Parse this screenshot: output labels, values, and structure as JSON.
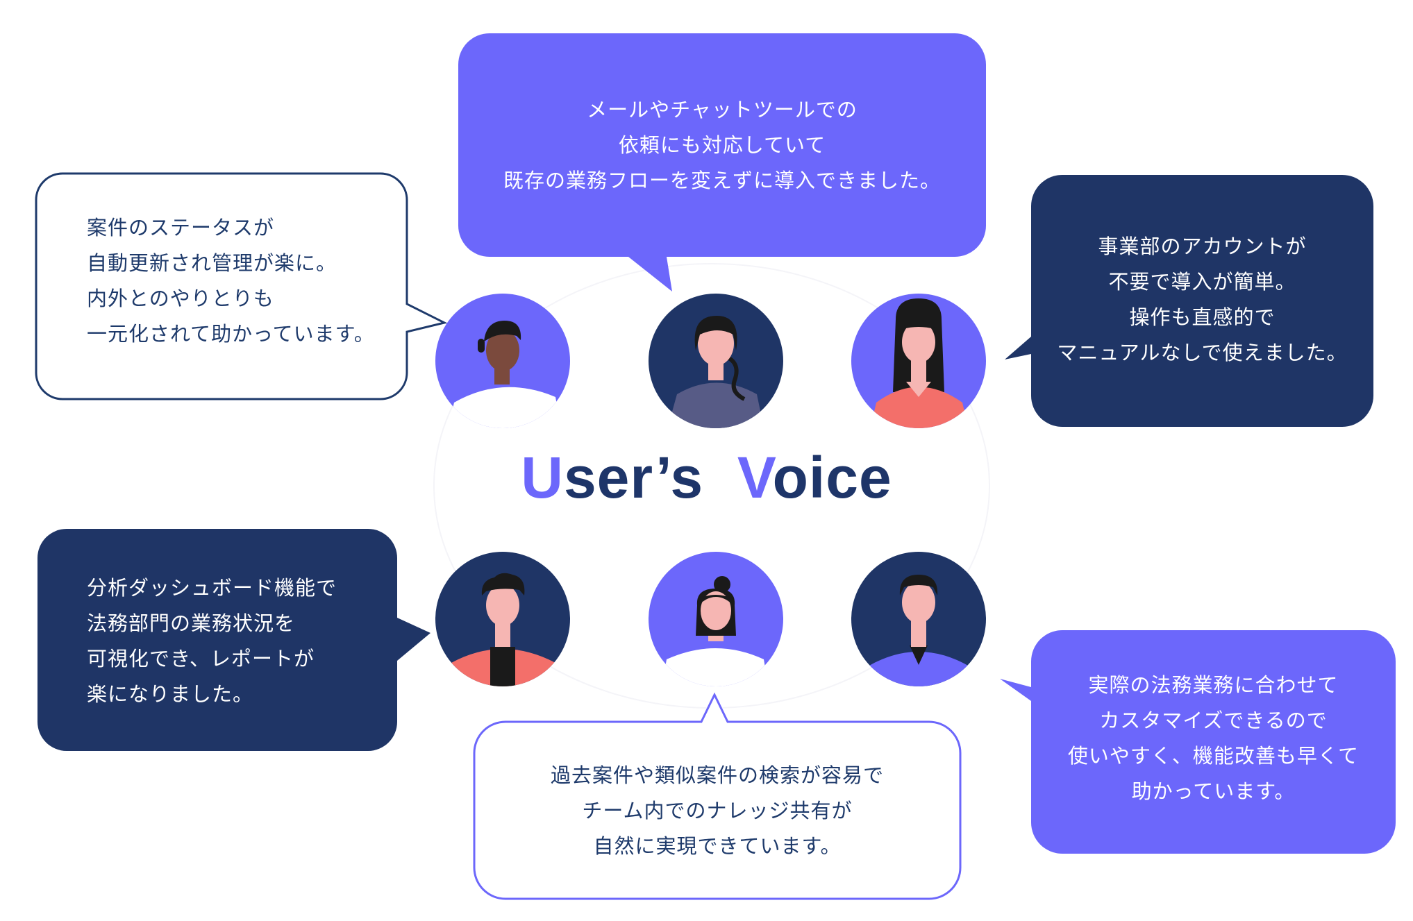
{
  "title": {
    "user_initial": "U",
    "user_rest": "ser’s",
    "voice_initial": "V",
    "voice_rest": "oice"
  },
  "colors": {
    "accent": "#6c67fb",
    "navy": "#1e3a6b",
    "dark_circle": "#1f3566",
    "white": "#ffffff"
  },
  "voices": {
    "top_left": [
      "案件のステータスが",
      "自動更新され管理が楽に。",
      "内外とのやりとりも",
      "一元化されて助かっています。"
    ],
    "top_center": [
      "メールやチャットツールでの",
      "依頼にも対応していて",
      "既存の業務フローを変えずに導入できました。"
    ],
    "top_right": [
      "事業部のアカウントが",
      "不要で導入が簡単。",
      "操作も直感的で",
      "マニュアルなしで使えました。"
    ],
    "bottom_left": [
      "分析ダッシュボード機能で",
      "法務部門の業務状況を",
      "可視化でき、レポートが",
      "楽になりました。"
    ],
    "bottom_center": [
      "過去案件や類似案件の検索が容易で",
      "チーム内でのナレッジ共有が",
      "自然に実現できています。"
    ],
    "bottom_right": [
      "実際の法務業務に合わせて",
      "カスタマイズできるので",
      "使いやすく、機能改善も早くて",
      "助かっています。"
    ]
  },
  "avatars": [
    {
      "name": "man-white-shirt",
      "bg": "#6c67fb"
    },
    {
      "name": "woman-gray-top",
      "bg": "#1f3566"
    },
    {
      "name": "woman-coral-top",
      "bg": "#6c67fb"
    },
    {
      "name": "man-coral-jacket",
      "bg": "#1f3566"
    },
    {
      "name": "woman-bun-white-top",
      "bg": "#6c67fb"
    },
    {
      "name": "man-blue-shirt",
      "bg": "#1f3566"
    }
  ]
}
